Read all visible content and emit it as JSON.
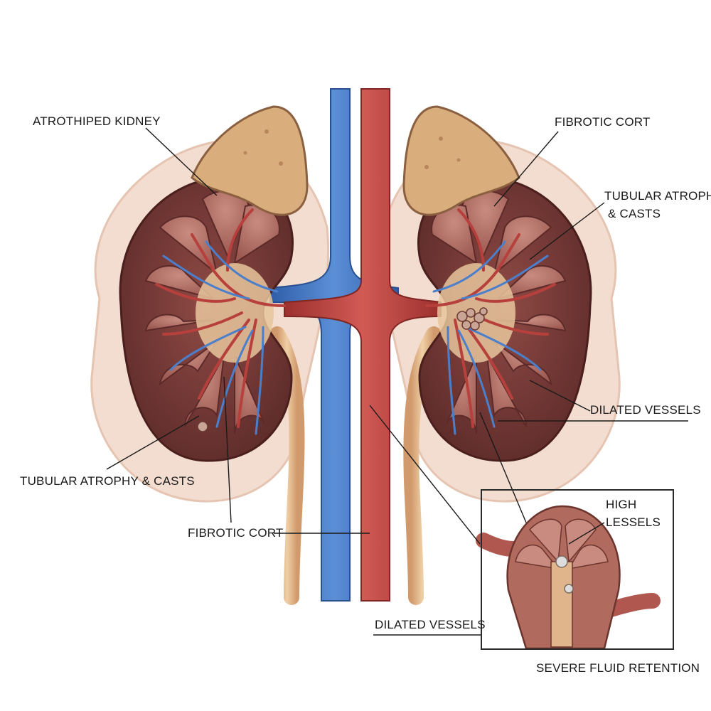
{
  "labels": {
    "atrophied_kidney": "ATROTHIPED KIDNEY",
    "fibrotic_cort_right": "FIBROTIC CORT",
    "tubular_atrophy_right_line1": "TUBULAR ATROPHY",
    "tubular_atrophy_right_line2": "& CASTS",
    "tubular_atrophy_left": "TUBULAR ATROPHY & CASTS",
    "fibrotic_cort_bottom": "FIBROTIC CORT",
    "dilated_vessels_right": "DILATED VESSELS",
    "high_lessels_line1": "HIGH",
    "high_lessels_line2": "LESSELS",
    "dilated_vessels_bottom": "DILATED VESSELS",
    "severe_fluid_retention": "SEVERE FLUID RETENTION"
  },
  "colors": {
    "kidney": "#7a3b38",
    "kidney_dark": "#5c2a28",
    "pyramid": "#b8766c",
    "vein": "#3f74c0",
    "artery": "#b8403c",
    "ureter": "#e3b98c",
    "adrenal": "#d9ad7c",
    "fat": "#f2ddd0"
  }
}
